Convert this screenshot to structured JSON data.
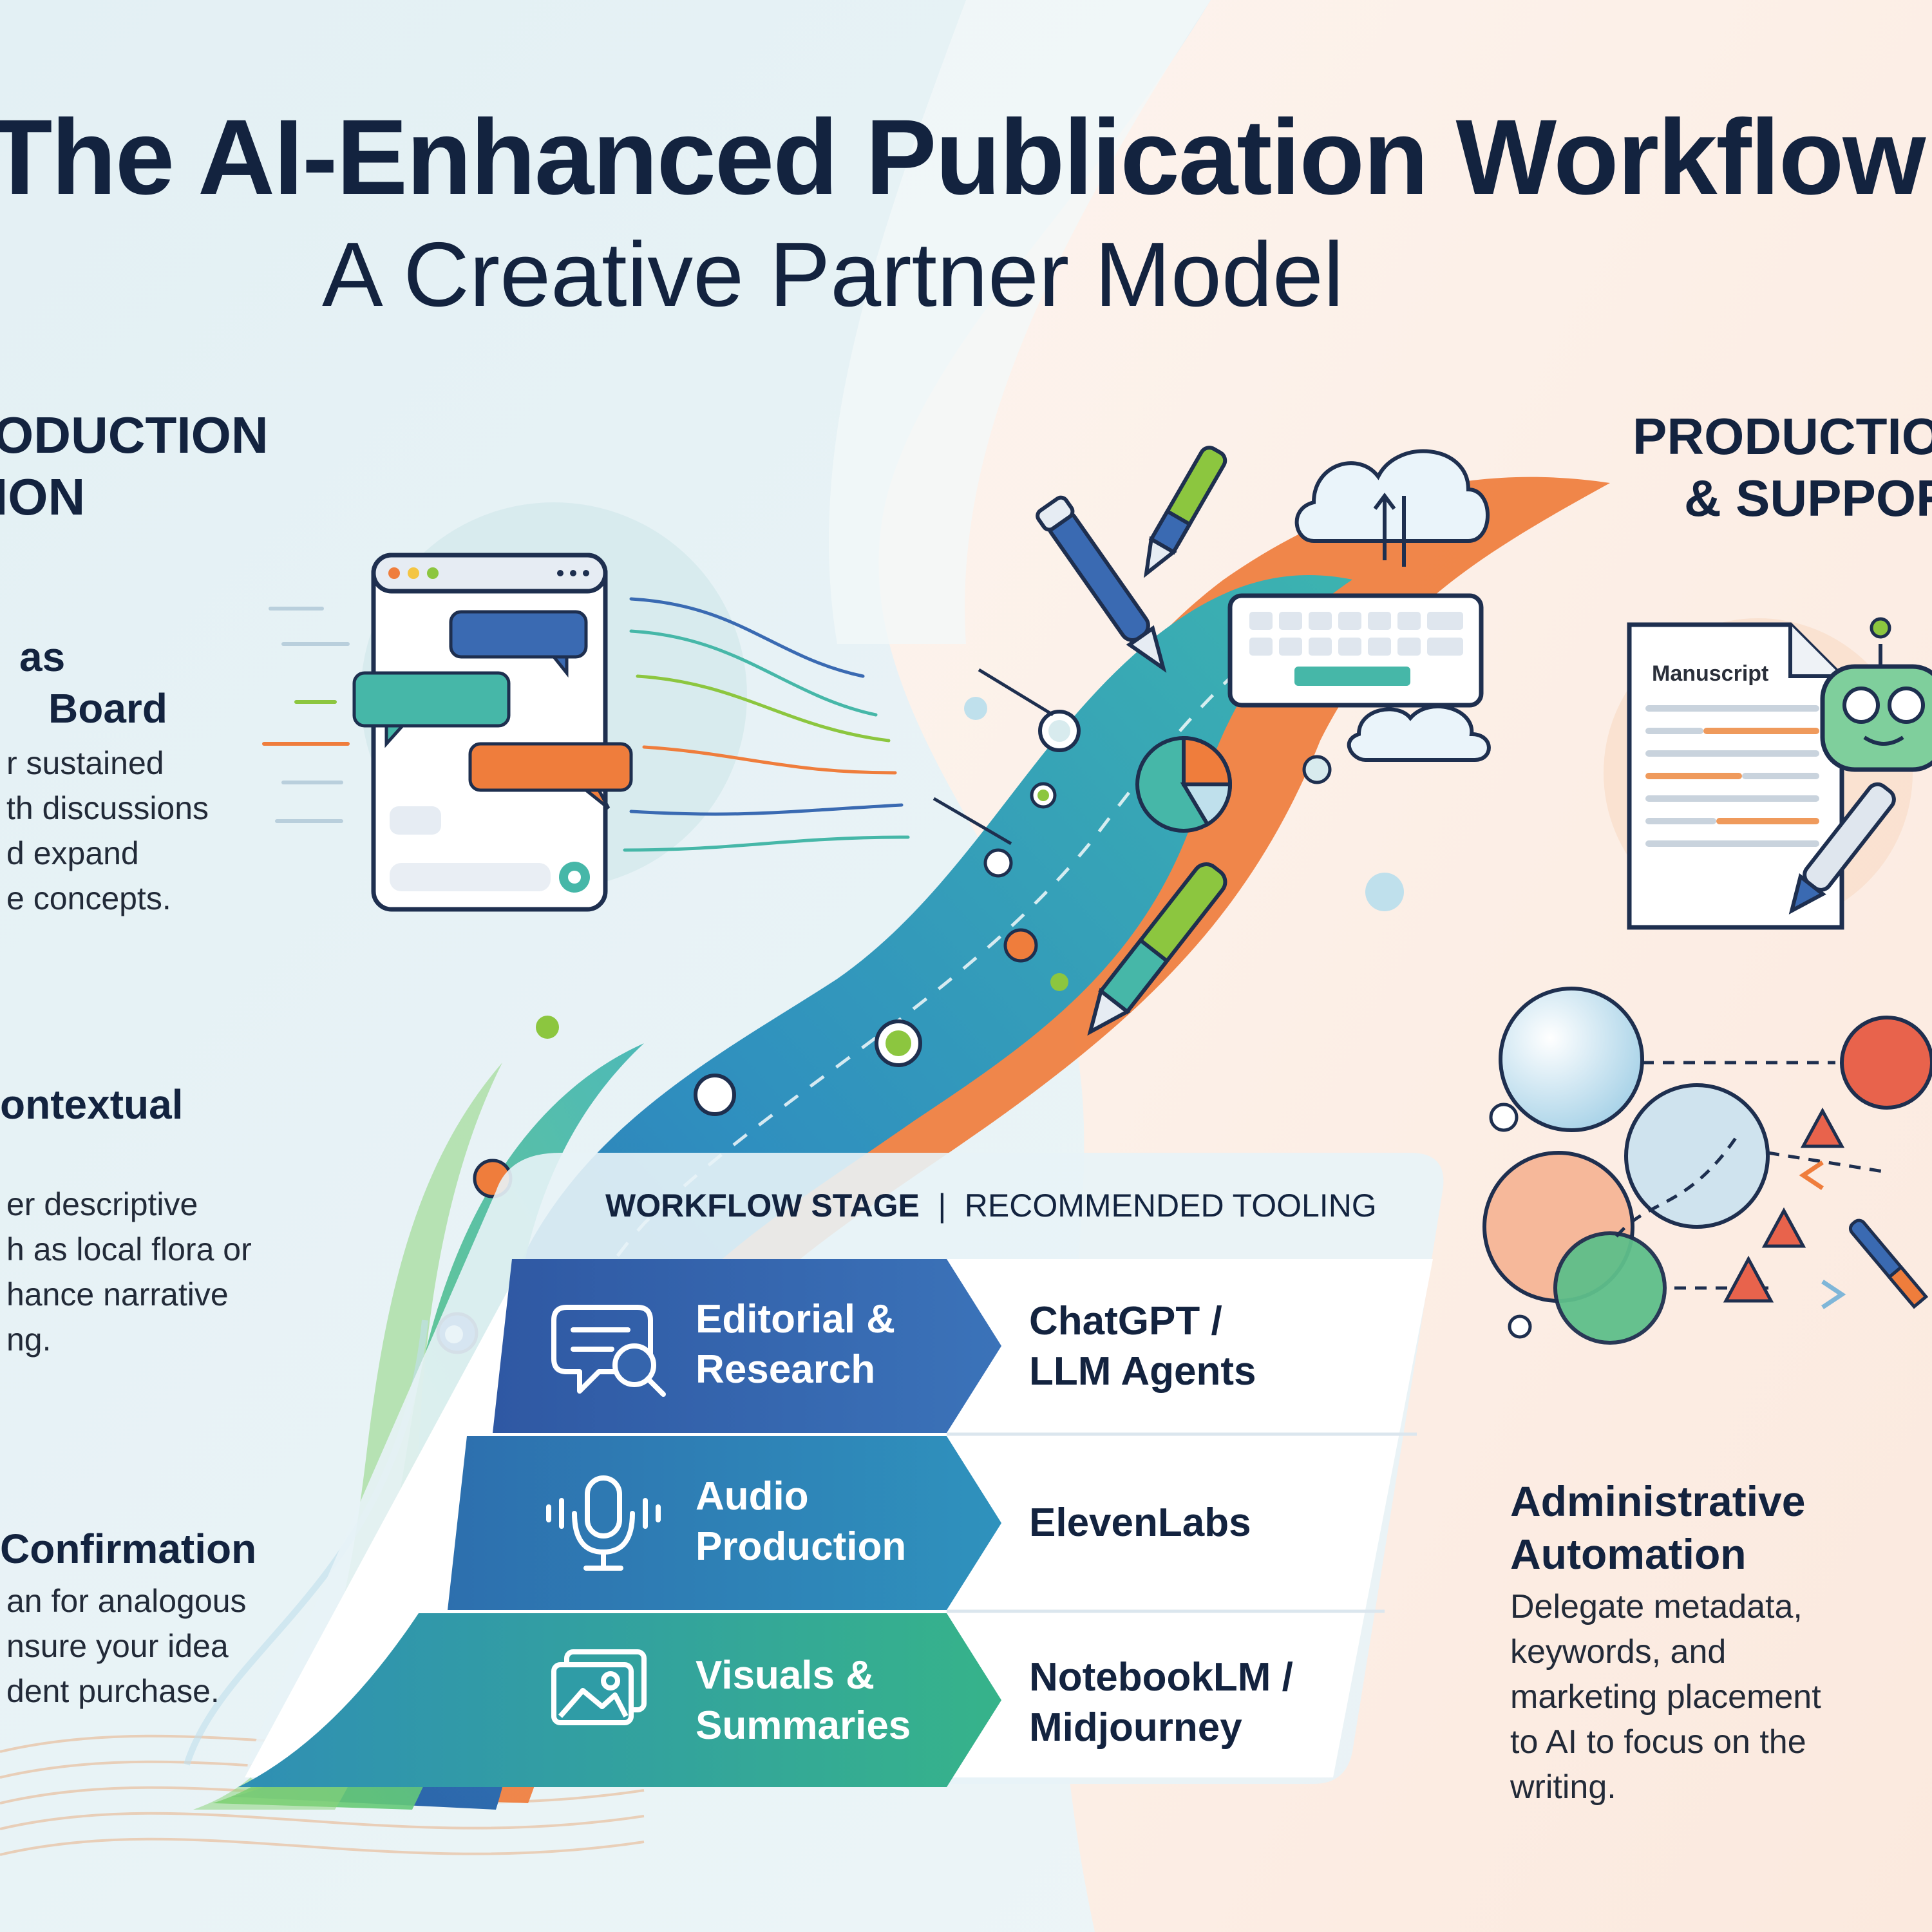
{
  "title": {
    "main": "The AI-Enhanced Publication Workflow:",
    "sub": "A Creative Partner Model"
  },
  "left_section": {
    "heading_line1": "ODUCTION",
    "heading_line2": "ION",
    "items": [
      {
        "heading_line1": "as",
        "heading_line2": "Board",
        "text": [
          "r sustained",
          "th discussions",
          "d expand",
          "e concepts."
        ]
      },
      {
        "heading_line1": "ontextual",
        "text": [
          "er descriptive",
          "h as local flora or",
          "hance narrative",
          "ng."
        ]
      },
      {
        "heading_line1": "Confirmation",
        "text": [
          "an for analogous",
          "nsure your idea",
          "dent purchase."
        ]
      }
    ]
  },
  "right_section": {
    "heading_line1": "PRODUCTIO",
    "heading_line2": "& SUPPOR",
    "manuscript_label": "Manuscript",
    "admin": {
      "heading_line1": "Administrative",
      "heading_line2": "Automation",
      "text": [
        "Delegate metadata,",
        "keywords, and",
        "marketing placement",
        "to AI to focus on the",
        "writing."
      ]
    }
  },
  "table": {
    "header_stage": "WORKFLOW STAGE",
    "header_separator": "|",
    "header_tooling": "RECOMMENDED TOOLING",
    "rows": [
      {
        "stage_line1": "Editorial &",
        "stage_line2": "Research",
        "tool_line1": "ChatGPT /",
        "tool_line2": "LLM Agents",
        "icon": "chat-search-icon",
        "color": "#3565ad"
      },
      {
        "stage_line1": "Audio",
        "stage_line2": "Production",
        "tool_line1": "ElevenLabs",
        "tool_line2": "",
        "icon": "microphone-icon",
        "color": "#2f86b6"
      },
      {
        "stage_line1": "Visuals &",
        "stage_line2": "Summaries",
        "tool_line1": "NotebookLM /",
        "tool_line2": "Midjourney",
        "icon": "image-gallery-icon",
        "color": "#2da98a"
      }
    ]
  },
  "colors": {
    "navy": "#13233f",
    "blue": "#3565ad",
    "teal": "#2f86b6",
    "green": "#2da98a",
    "orange": "#ef7d3c",
    "lime": "#8cc63f",
    "peach_bg": "#fbeee4",
    "mint_bg": "#e6f2f5"
  }
}
